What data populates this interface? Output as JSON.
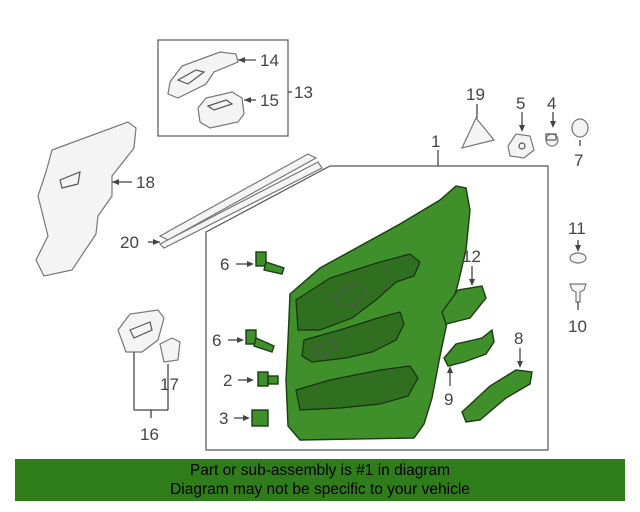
{
  "callouts": {
    "c1": "1",
    "c2": "2",
    "c3": "3",
    "c4": "4",
    "c5": "5",
    "c6a": "6",
    "c6b": "6",
    "c7": "7",
    "c8": "8",
    "c9": "9",
    "c10": "10",
    "c11": "11",
    "c12": "12",
    "c13": "13",
    "c14": "14",
    "c15": "15",
    "c16": "16",
    "c17": "17",
    "c18": "18",
    "c19": "19",
    "c20": "20"
  },
  "footer": {
    "line1": "Part or sub-assembly is #1 in diagram",
    "line2": "Diagram may not be specific to your vehicle"
  },
  "colors": {
    "highlight_part": "#3f8f2a",
    "footer_bg": "#2e7d1a"
  }
}
